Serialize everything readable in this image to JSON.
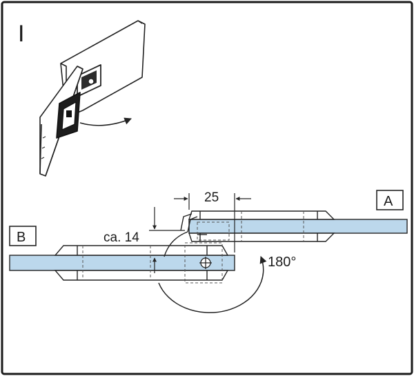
{
  "figure": {
    "step_label": "I",
    "label_a": "A",
    "label_b": "B",
    "dim_width": "25",
    "dim_height": "ca. 14",
    "rotation": "180°"
  },
  "colors": {
    "glass": "#bcd8ec",
    "line": "#222222",
    "frame": "#1a1a1a"
  }
}
